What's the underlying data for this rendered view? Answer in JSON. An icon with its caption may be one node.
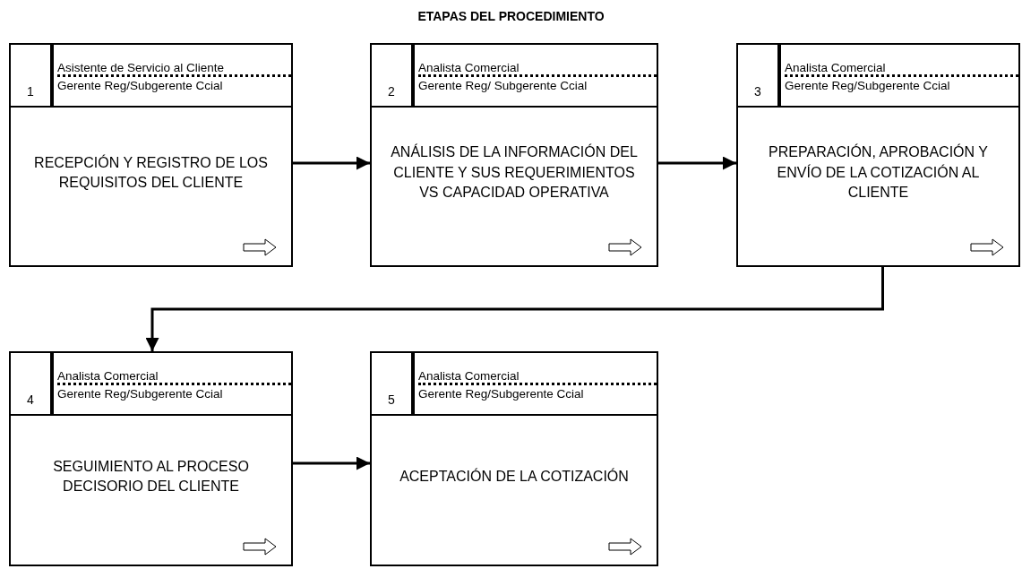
{
  "diagram": {
    "title": "ETAPAS DEL PROCEDIMIENTO",
    "nodes": [
      {
        "text": [
          "1",
          "Asistente de Servicio al Cliente",
          "Gerente Reg/Subgerente Ccial",
          "RECEPCIÓN Y REGISTRO DE LOS REQUISITOS DEL CLIENTE"
        ]
      },
      {
        "text": [
          "2",
          "Analista Comercial",
          "Gerente Reg/ Subgerente Ccial",
          "ANÁLISIS DE LA INFORMACIÓN DEL CLIENTE Y SUS REQUERIMIENTOS VS CAPACIDAD OPERATIVA"
        ]
      },
      {
        "text": [
          "3",
          "Analista Comercial",
          "Gerente Reg/Subgerente Ccial",
          "PREPARACIÓN, APROBACIÓN Y ENVÍO DE LA COTIZACIÓN AL CLIENTE"
        ]
      },
      {
        "text": [
          "4",
          "Analista Comercial",
          "Gerente Reg/Subgerente Ccial",
          "SEGUIMIENTO AL PROCESO DECISORIO DEL CLIENTE"
        ]
      },
      {
        "text": [
          "5",
          "Analista Comercial",
          "Gerente Reg/Subgerente Ccial",
          "ACEPTACIÓN DE LA COTIZACIÓN"
        ]
      }
    ],
    "edges": [
      {
        "from": 0,
        "to": 1,
        "arrow": "to"
      },
      {
        "from": 1,
        "to": 2,
        "arrow": "to"
      },
      {
        "from": 2,
        "to": 3,
        "arrow": "to"
      },
      {
        "from": 3,
        "to": 4,
        "arrow": "to"
      }
    ]
  }
}
